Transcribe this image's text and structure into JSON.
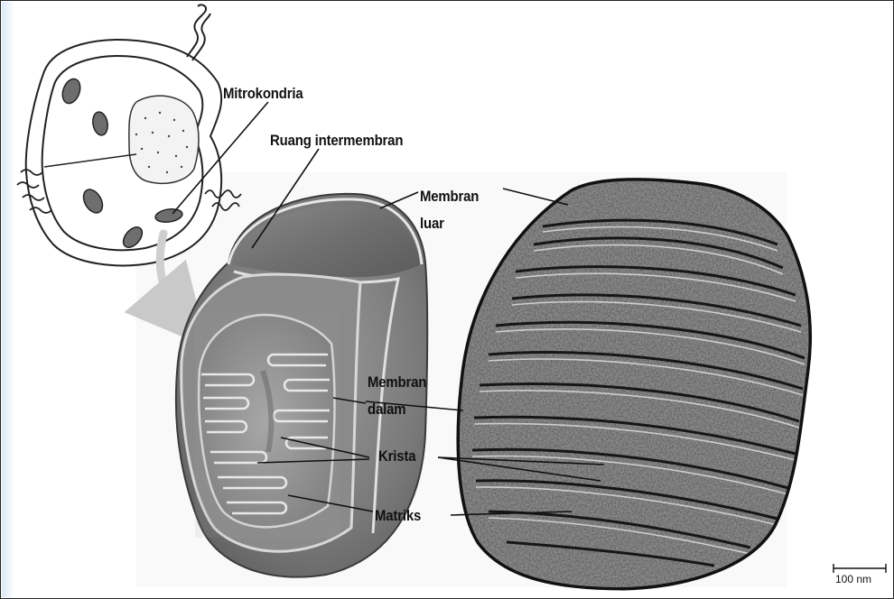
{
  "labels": {
    "mitochondria": "Mitrokondria",
    "intermembrane_space": "Ruang intermembran",
    "outer_membrane_1": "Membran",
    "outer_membrane_2": "luar",
    "inner_membrane_1": "Membran",
    "inner_membrane_2": "dalam",
    "cristae": "Krista",
    "matrix": "Matriks"
  },
  "scale_bar": {
    "label": "100 nm"
  }
}
